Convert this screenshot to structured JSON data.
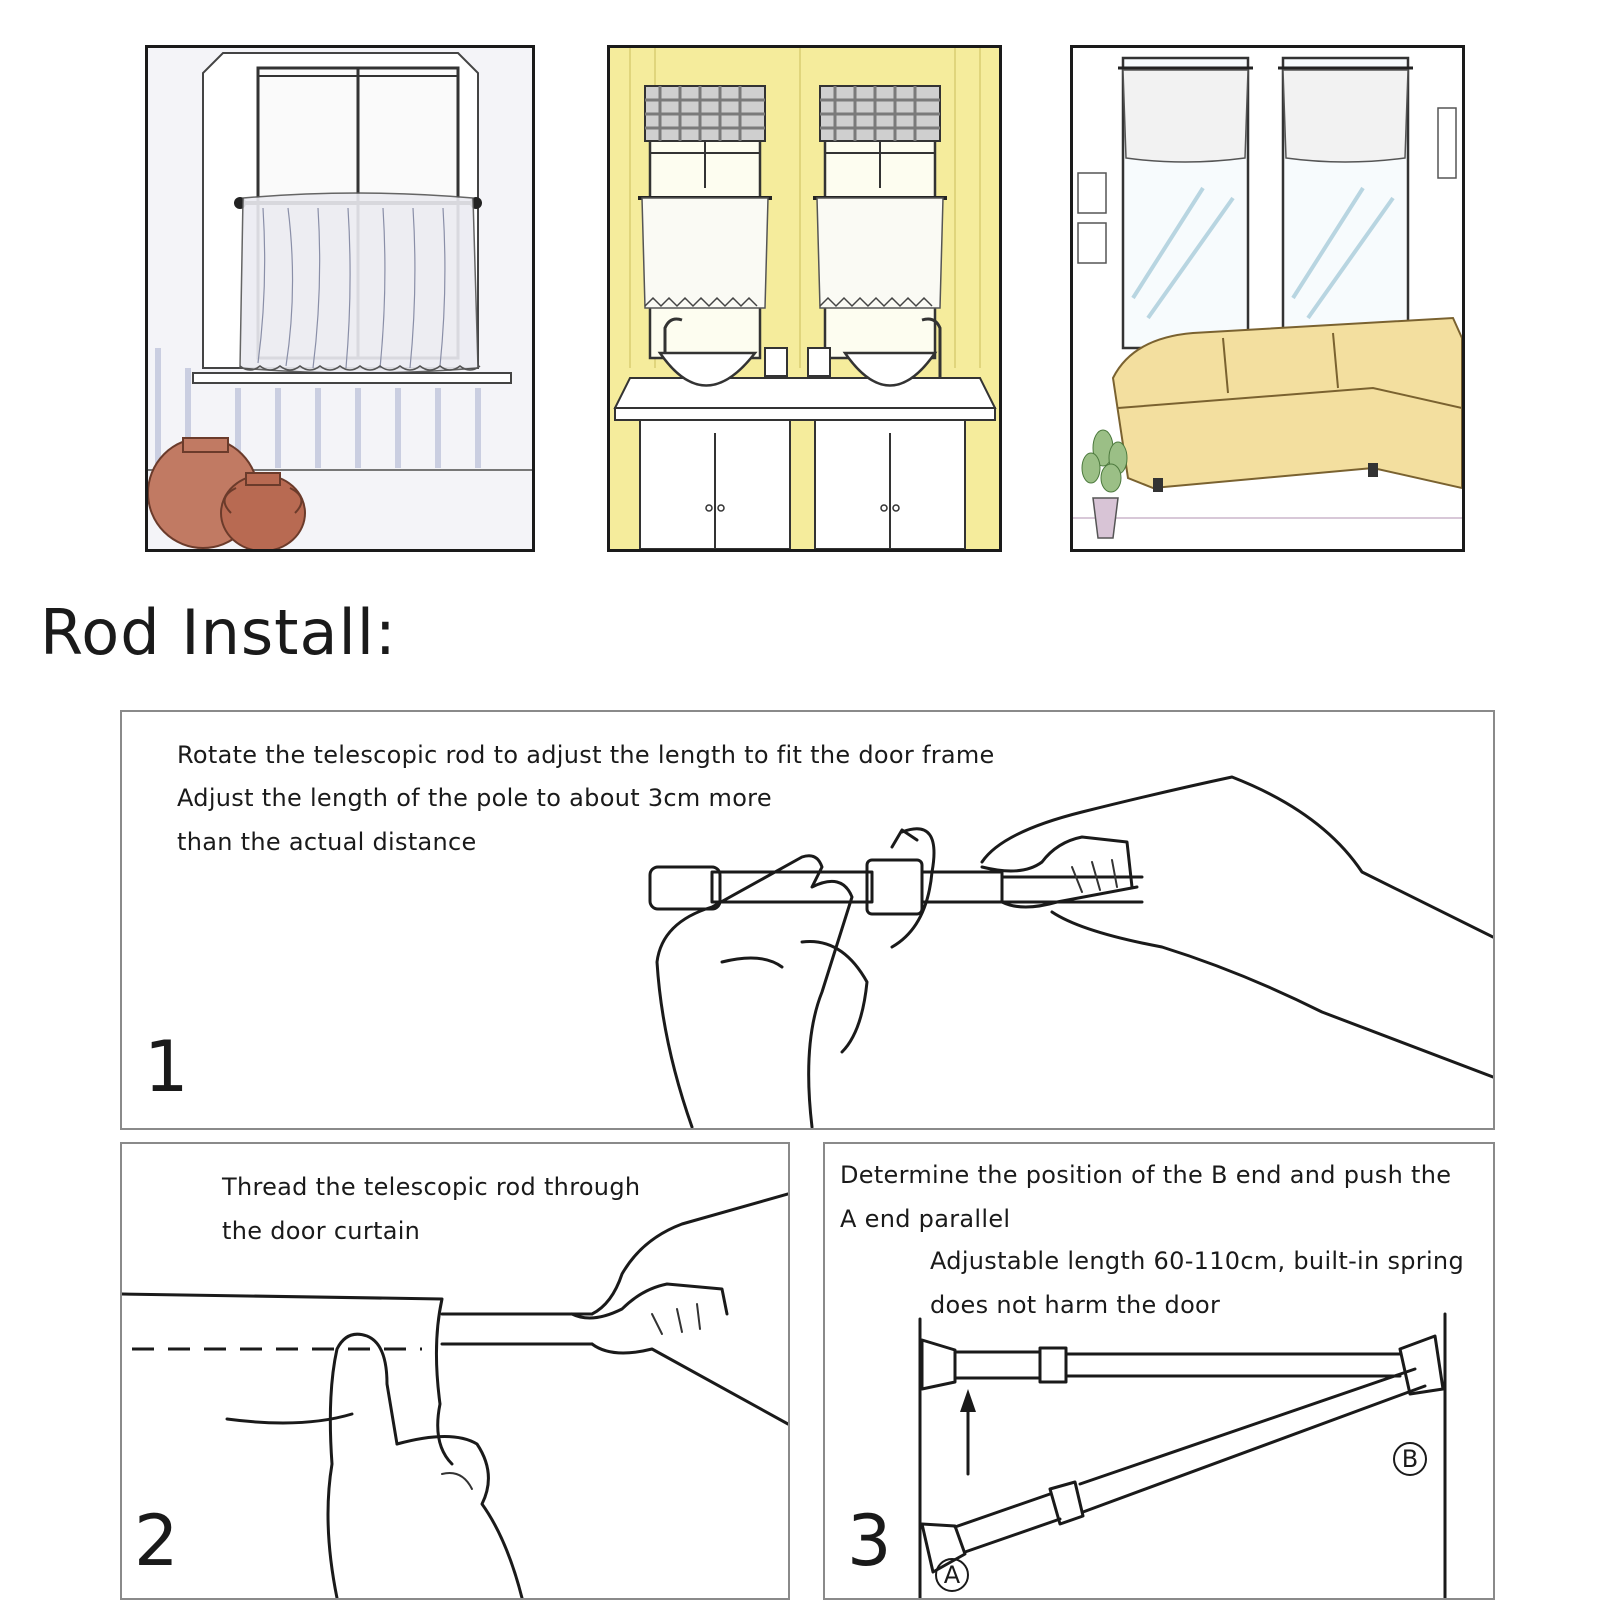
{
  "heading": "Rod Install:",
  "scenes": [
    {
      "name": "cafe-curtain-window-scene",
      "wall_color": "#f4f4f8",
      "accent": "#b86a52"
    },
    {
      "name": "bathroom-vanity-scene",
      "wall_color": "#f5ec9c",
      "accent": "#8a8a8a"
    },
    {
      "name": "living-room-sofa-scene",
      "wall_color": "#ffffff",
      "accent": "#f2dc9a"
    }
  ],
  "steps": [
    {
      "number": "1",
      "lines": [
        "Rotate the telescopic rod to adjust the length to fit the door frame",
        "Adjust the length of the pole to about 3cm more",
        "than the actual distance"
      ]
    },
    {
      "number": "2",
      "lines": [
        "Thread the telescopic rod through",
        "the door curtain"
      ]
    },
    {
      "number": "3",
      "lines": [
        "Determine the position of the B end and push the",
        "A end parallel",
        "Adjustable length 60-110cm, built-in spring",
        "does not harm the door"
      ],
      "label_b": "B",
      "label_a": "A"
    }
  ]
}
